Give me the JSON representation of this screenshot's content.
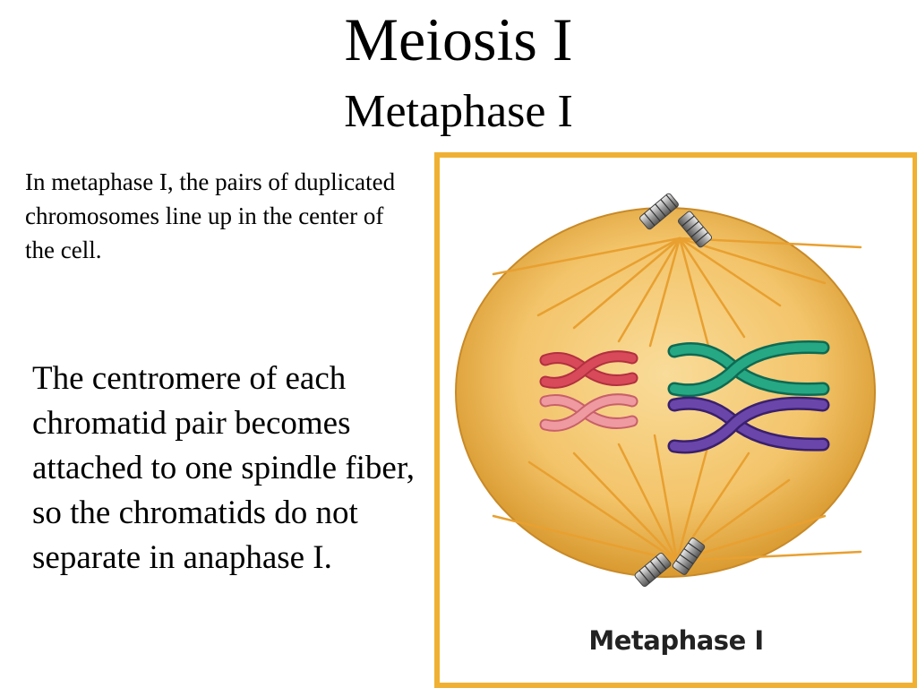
{
  "slide": {
    "title": "Meiosis I",
    "subtitle": "Metaphase I",
    "intro_text": "In metaphase I, the pairs of duplicated chromosomes line up in the center of the cell.",
    "body_text": "The centromere of each chromatid pair becomes attached to one spindle fiber, so the chromatids do not separate in anaphase I."
  },
  "figure": {
    "label": "Metaphase I",
    "colors": {
      "frame": "#f0b132",
      "cell": "#f3c46a",
      "spindle": "#e8a030",
      "chromosome_red": "#d84a5a",
      "chromosome_pink": "#e98a90",
      "chromosome_green": "#1f9a7a",
      "chromosome_purple": "#5a3a9a",
      "centriole": "#9a9a9a"
    }
  }
}
